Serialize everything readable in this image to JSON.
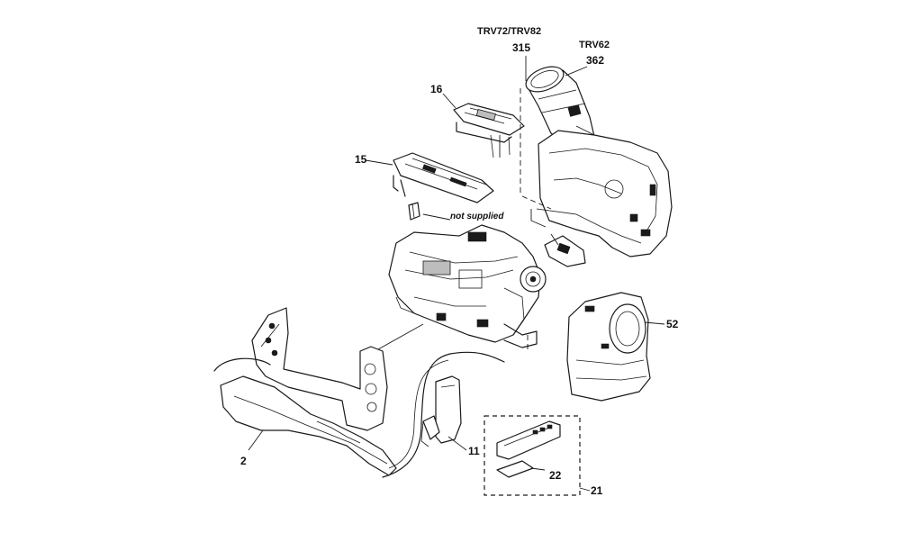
{
  "labels": {
    "model_trv72": "TRV72/TRV82",
    "part_315": "315",
    "model_trv62": "TRV62",
    "part_362": "362",
    "part_16": "16",
    "part_15": "15",
    "note_not_supplied": "not supplied",
    "part_52": "52",
    "part_2": "2",
    "part_11": "11",
    "part_22": "22",
    "part_21": "21"
  }
}
